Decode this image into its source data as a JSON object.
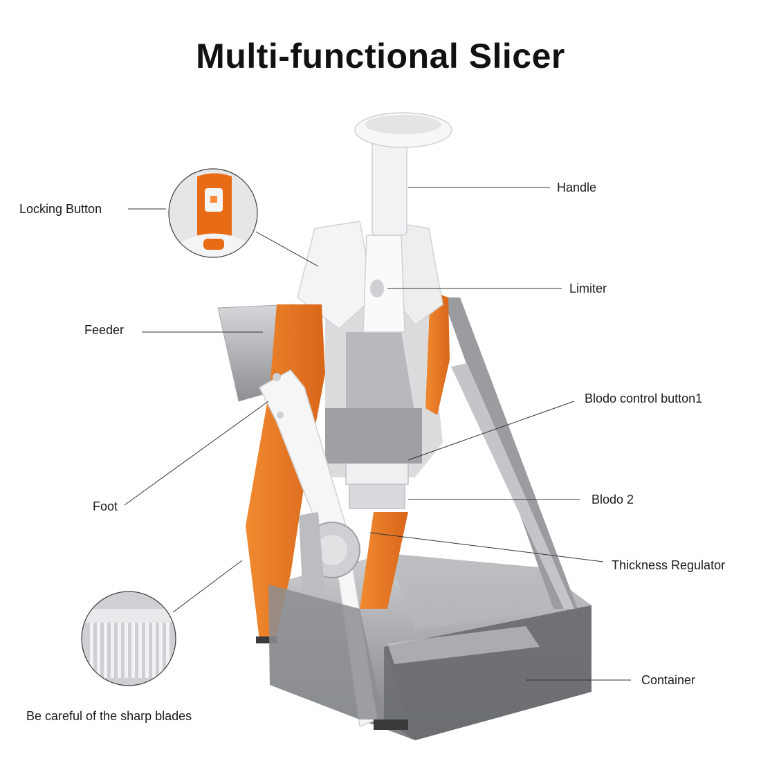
{
  "title": "Multi-functional Slicer",
  "labels": {
    "handle": "Handle",
    "locking_button": "Locking Button",
    "limiter": "Limiter",
    "feeder": "Feeder",
    "blade_control_button": "Blodo control button1",
    "foot": "Foot",
    "blade_2": "Blodo 2",
    "thickness_regulator": "Thickness Regulator",
    "container": "Container",
    "warning": "Be careful of the sharp blades"
  },
  "colors": {
    "accent": "#EE7A1E",
    "body": "#F4F4F6",
    "container": "#7A7C80",
    "leader": "#333333"
  },
  "icons": [
    "slicer-illustration",
    "locking-button-zoom",
    "blade-zoom"
  ]
}
